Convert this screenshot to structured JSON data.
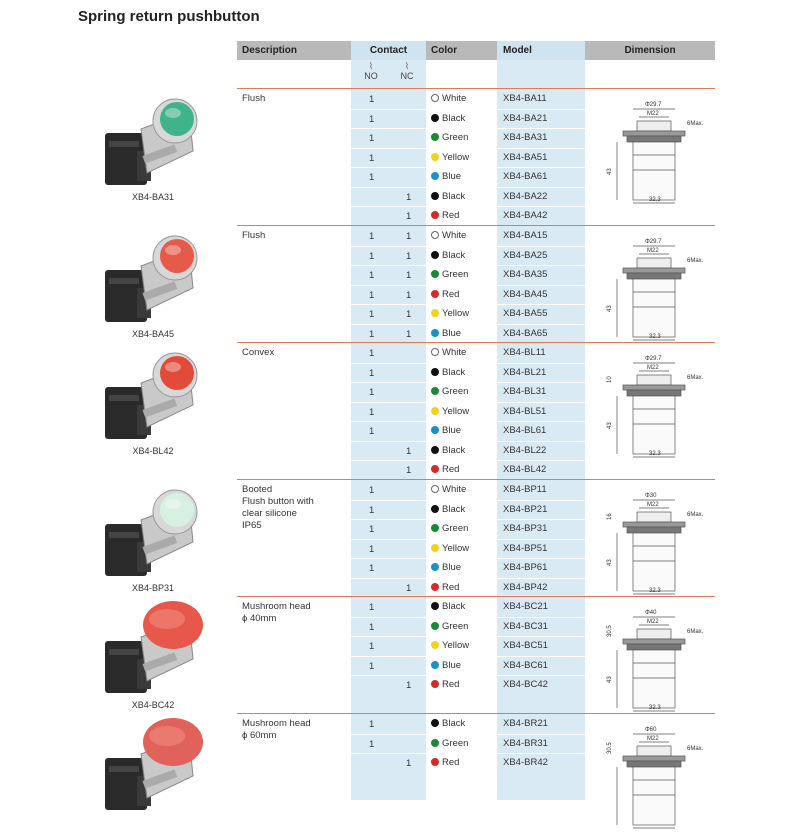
{
  "page": {
    "title": "Spring return pushbutton"
  },
  "header": {
    "description": "Description",
    "contact": "Contact",
    "color": "Color",
    "model": "Model",
    "dimension": "Dimension",
    "no": "NO",
    "nc": "NC"
  },
  "colors": {
    "White": "#ffffff",
    "Black": "#111111",
    "Green": "#1a8a3a",
    "Yellow": "#f2d31b",
    "Blue": "#1e8fc9",
    "Red": "#d62a2a"
  },
  "groups": [
    {
      "description": "Flush",
      "caption": "XB4-BA31",
      "button_color": "#3fb38a",
      "rows": [
        {
          "no": "1",
          "nc": "",
          "color": "White",
          "model": "XB4-BA11"
        },
        {
          "no": "1",
          "nc": "",
          "color": "Black",
          "model": "XB4-BA21"
        },
        {
          "no": "1",
          "nc": "",
          "color": "Green",
          "model": "XB4-BA31"
        },
        {
          "no": "1",
          "nc": "",
          "color": "Yellow",
          "model": "XB4-BA51"
        },
        {
          "no": "1",
          "nc": "",
          "color": "Blue",
          "model": "XB4-BA61"
        },
        {
          "no": "",
          "nc": "1",
          "color": "Black",
          "model": "XB4-BA22"
        },
        {
          "no": "",
          "nc": "1",
          "color": "Red",
          "model": "XB4-BA42"
        }
      ],
      "dim": {
        "d": "Φ29.7",
        "m": "M22",
        "max": "6Max.",
        "h": "43",
        "w": "32.3"
      }
    },
    {
      "description": "Flush",
      "caption": "XB4-BA45",
      "button_color": "#e65a4a",
      "rows": [
        {
          "no": "1",
          "nc": "1",
          "color": "White",
          "model": "XB4-BA15"
        },
        {
          "no": "1",
          "nc": "1",
          "color": "Black",
          "model": "XB4-BA25"
        },
        {
          "no": "1",
          "nc": "1",
          "color": "Green",
          "model": "XB4-BA35"
        },
        {
          "no": "1",
          "nc": "1",
          "color": "Red",
          "model": "XB4-BA45"
        },
        {
          "no": "1",
          "nc": "1",
          "color": "Yellow",
          "model": "XB4-BA55"
        },
        {
          "no": "1",
          "nc": "1",
          "color": "Blue",
          "model": "XB4-BA65"
        }
      ],
      "dim": {
        "d": "Φ29.7",
        "m": "M22",
        "max": "6Max.",
        "h": "43",
        "w": "32.3"
      }
    },
    {
      "description": "Convex",
      "caption": "XB4-BL42",
      "button_color": "#e24a3a",
      "rows": [
        {
          "no": "1",
          "nc": "",
          "color": "White",
          "model": "XB4-BL11"
        },
        {
          "no": "1",
          "nc": "",
          "color": "Black",
          "model": "XB4-BL21"
        },
        {
          "no": "1",
          "nc": "",
          "color": "Green",
          "model": "XB4-BL31"
        },
        {
          "no": "1",
          "nc": "",
          "color": "Yellow",
          "model": "XB4-BL51"
        },
        {
          "no": "1",
          "nc": "",
          "color": "Blue",
          "model": "XB4-BL61"
        },
        {
          "no": "",
          "nc": "1",
          "color": "Black",
          "model": "XB4-BL22"
        },
        {
          "no": "",
          "nc": "1",
          "color": "Red",
          "model": "XB4-BL42"
        }
      ],
      "dim": {
        "d": "Φ29.7",
        "m": "M22",
        "max": "6Max.",
        "h": "43",
        "w": "32.3",
        "top": "10"
      }
    },
    {
      "description": "Booted\nFlush button with\nclear silicone\nIP65",
      "caption": "XB4-BP31",
      "button_color": "#d8efe4",
      "rows": [
        {
          "no": "1",
          "nc": "",
          "color": "White",
          "model": "XB4-BP11"
        },
        {
          "no": "1",
          "nc": "",
          "color": "Black",
          "model": "XB4-BP21"
        },
        {
          "no": "1",
          "nc": "",
          "color": "Green",
          "model": "XB4-BP31"
        },
        {
          "no": "1",
          "nc": "",
          "color": "Yellow",
          "model": "XB4-BP51"
        },
        {
          "no": "1",
          "nc": "",
          "color": "Blue",
          "model": "XB4-BP61"
        },
        {
          "no": "",
          "nc": "1",
          "color": "Red",
          "model": "XB4-BP42"
        }
      ],
      "dim": {
        "d": "Φ30",
        "m": "M22",
        "max": "6Max.",
        "h": "43",
        "w": "32.3",
        "top": "16"
      }
    },
    {
      "description": "Mushroom head\nϕ 40mm",
      "caption": "XB4-BC42",
      "button_color": "#e8584a",
      "rows": [
        {
          "no": "1",
          "nc": "",
          "color": "Black",
          "model": "XB4-BC21"
        },
        {
          "no": "1",
          "nc": "",
          "color": "Green",
          "model": "XB4-BC31"
        },
        {
          "no": "1",
          "nc": "",
          "color": "Yellow",
          "model": "XB4-BC51"
        },
        {
          "no": "1",
          "nc": "",
          "color": "Blue",
          "model": "XB4-BC61"
        },
        {
          "no": "",
          "nc": "1",
          "color": "Red",
          "model": "XB4-BC42"
        }
      ],
      "dim": {
        "d": "Φ40",
        "m": "M22",
        "max": "6Max.",
        "h": "43",
        "w": "32.3",
        "top": "30.5"
      }
    },
    {
      "description": "Mushroom head\nϕ 60mm",
      "caption": "",
      "button_color": "#e0625a",
      "rows": [
        {
          "no": "1",
          "nc": "",
          "color": "Black",
          "model": "XB4-BR21"
        },
        {
          "no": "1",
          "nc": "",
          "color": "Green",
          "model": "XB4-BR31"
        },
        {
          "no": "",
          "nc": "1",
          "color": "Red",
          "model": "XB4-BR42"
        }
      ],
      "dim": {
        "d": "Φ60",
        "m": "M22",
        "max": "6Max.",
        "h": "",
        "w": "",
        "top": "30.5"
      }
    }
  ]
}
